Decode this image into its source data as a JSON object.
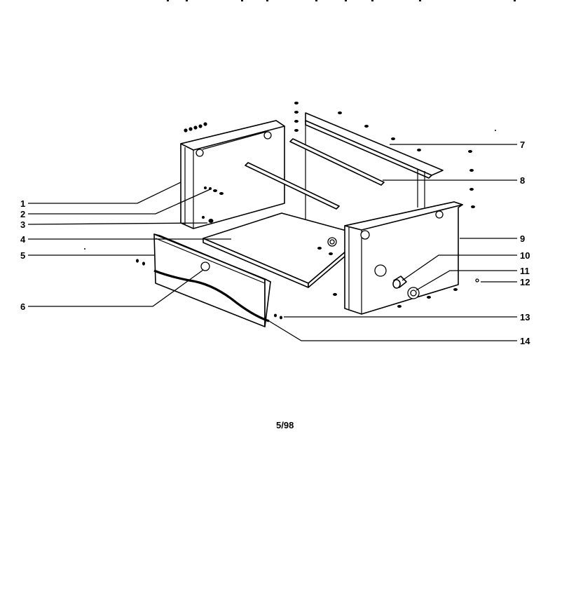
{
  "diagram": {
    "labels": [
      "1",
      "2",
      "3",
      "4",
      "5",
      "6",
      "7",
      "8",
      "9",
      "10",
      "11",
      "12",
      "13",
      "14"
    ],
    "footer_code": "5/98"
  }
}
